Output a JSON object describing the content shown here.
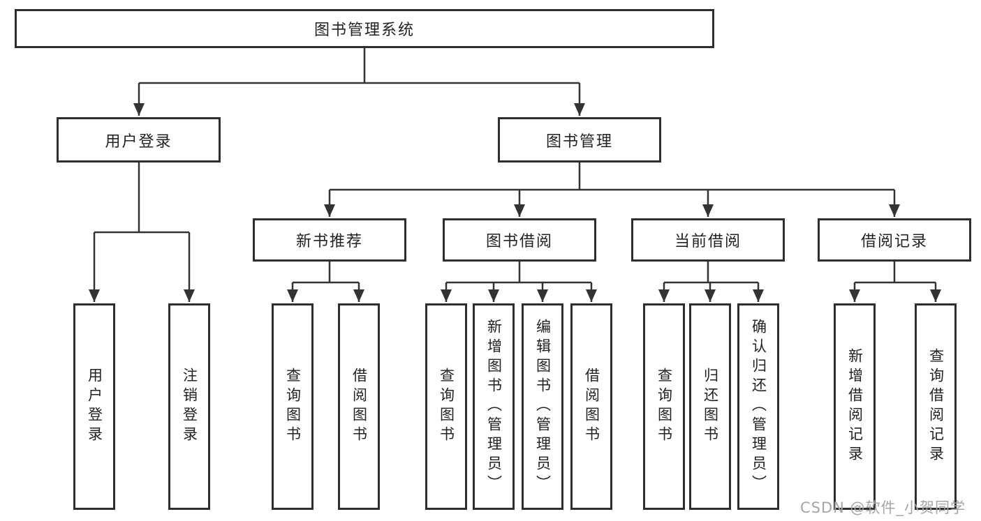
{
  "diagram_title": "图书管理系统",
  "tree": {
    "label": "图书管理系统",
    "children": [
      {
        "label": "用户登录",
        "children": [
          {
            "label": "用户登录"
          },
          {
            "label": "注销登录"
          }
        ]
      },
      {
        "label": "图书管理",
        "children": [
          {
            "label": "新书推荐",
            "children": [
              {
                "label": "查询图书"
              },
              {
                "label": "借阅图书"
              }
            ]
          },
          {
            "label": "图书借阅",
            "children": [
              {
                "label": "查询图书"
              },
              {
                "label": "新增图书（管理员）"
              },
              {
                "label": "编辑图书（管理员）"
              },
              {
                "label": "借阅图书"
              }
            ]
          },
          {
            "label": "当前借阅",
            "children": [
              {
                "label": "查询图书"
              },
              {
                "label": "归还图书"
              },
              {
                "label": "确认归还（管理员）"
              }
            ]
          },
          {
            "label": "借阅记录",
            "children": [
              {
                "label": "新增借阅记录"
              },
              {
                "label": "查询借阅记录"
              }
            ]
          }
        ]
      }
    ]
  },
  "watermark": {
    "text": "CSDN @软件_小贺同学"
  },
  "colors": {
    "line": "#333333",
    "box_border": "#2e2e2e",
    "text": "#222222",
    "watermark": "#a5a5a5"
  }
}
